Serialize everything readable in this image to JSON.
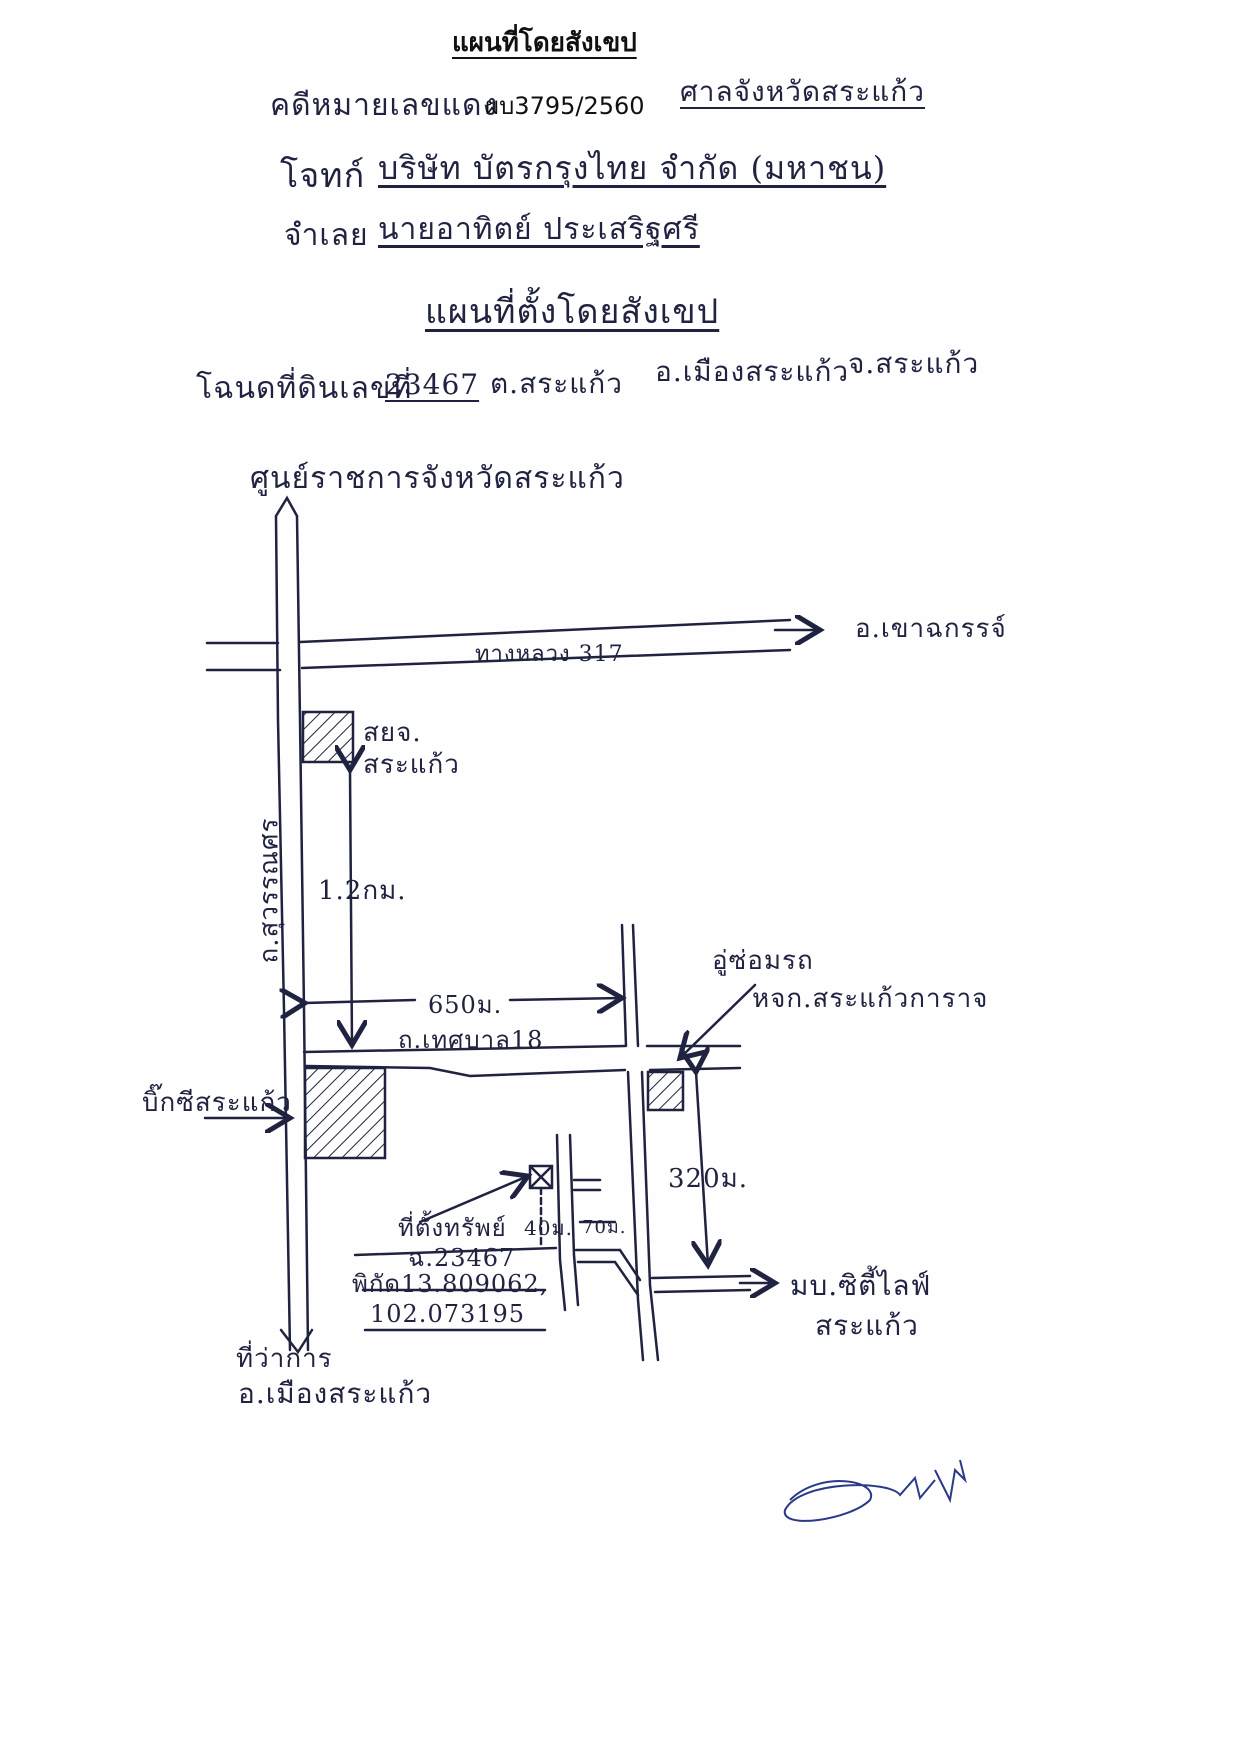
{
  "header": {
    "title": "แผนที่โดยสังเขป",
    "case_label": "คดีหมายเลขแดง",
    "case_number": "ผบ3795/2560",
    "court": "ศาลจังหวัดสระแก้ว",
    "plaintiff_label": "โจทก์",
    "plaintiff_name": "บริษัท บัตรกรุงไทย จำกัด (มหาชน)",
    "defendant_label": "จำเลย",
    "defendant_name": "นายอาทิตย์ ประเสริฐศรี",
    "subtitle": "แผนที่ตั้งโดยสังเขป",
    "deed_label": "โฉนดที่ดินเลขที่",
    "deed_number": "23467",
    "subdistrict": "ต.สระแก้ว",
    "district": "อ.เมืองสระแก้ว",
    "province": "จ.สระแก้ว"
  },
  "map": {
    "top_destination": "ศูนย์ราชการจังหวัดสระแก้ว",
    "east_destination": "อ.เขาฉกรรจ์",
    "highway": "ทางหลวง 317",
    "landmark_top": [
      "สยจ.",
      "สระแก้ว"
    ],
    "vertical_road": "ถ.สุวรรณศร",
    "distance_vertical": "1.2กม.",
    "distance_horizontal": "650ม.",
    "side_road": "ถ.เทศบาล18",
    "garage_label": [
      "อู่ซ่อมรถ",
      "หจก.สระแก้วการาจ"
    ],
    "bigc_label": "บิ๊กซีสระแก้ว",
    "distance_right": "320ม.",
    "village_label": [
      "มบ.ซิตี้ไลฟ์",
      "สระแก้ว"
    ],
    "property_label": "ที่ตั้งทรัพย์",
    "property_deed": "ฉ.23467",
    "coords_label": "พิกัด13.809062,",
    "coords_value": "102.073195",
    "dist_40": "40ม.",
    "dist_70": "70ม.",
    "bottom_destination": [
      "ที่ว่าการ",
      "อ.เมืองสระแก้ว"
    ]
  },
  "colors": {
    "ink": "#1f2340",
    "paper": "#fefefe"
  }
}
